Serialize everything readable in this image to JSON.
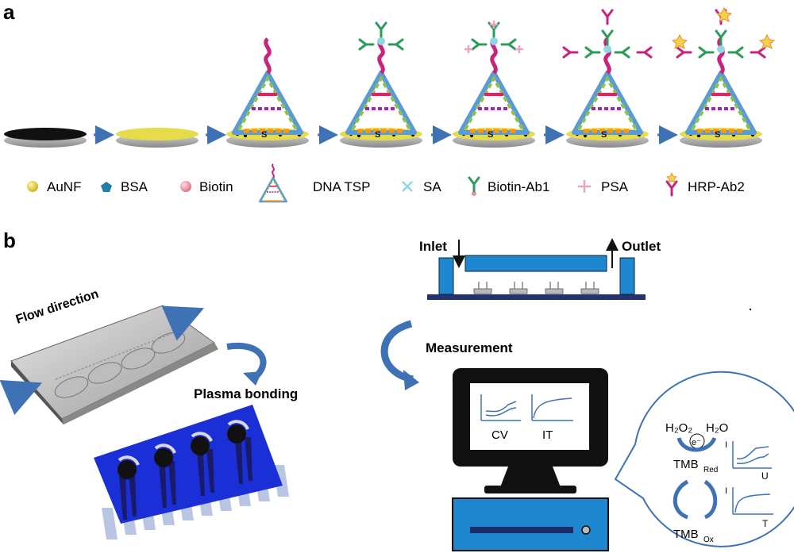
{
  "panel_a": {
    "letter": "a",
    "legend": [
      {
        "label": "AuNF",
        "icon": "aunf-icon",
        "color": "#e2cf3a"
      },
      {
        "label": "BSA",
        "icon": "bsa-icon",
        "color": "#1f7fa6"
      },
      {
        "label": "Biotin",
        "icon": "biotin-icon",
        "color": "#ee8f9c"
      },
      {
        "label": "DNA TSP",
        "icon": "dna-tsp-icon",
        "color": "#c8257a"
      },
      {
        "label": "SA",
        "icon": "sa-icon",
        "color": "#8fd6e6"
      },
      {
        "label": "Biotin-Ab1",
        "icon": "biotin-ab1-icon",
        "color": "#2d9b5a"
      },
      {
        "label": "PSA",
        "icon": "psa-icon",
        "color": "#e8a3c9"
      },
      {
        "label": "HRP-Ab2",
        "icon": "hrp-ab2-icon",
        "color": "#c8257a"
      }
    ],
    "electrode_label": "S"
  },
  "panel_b": {
    "letter": "b",
    "flow_direction": "Flow direction",
    "plasma_bonding": "Plasma bonding",
    "inlet": "Inlet",
    "outlet": "Outlet",
    "measurement": "Measurement",
    "screen_labels": {
      "cv": "CV",
      "it": "IT"
    },
    "bubble": {
      "h2o2": "H₂O₂",
      "h2o": "H₂O",
      "electron": "e⁻",
      "tmb": "TMB",
      "red": "Red",
      "ox": "Ox",
      "axis_i": "I",
      "axis_u": "U",
      "axis_t": "T"
    }
  },
  "colors": {
    "arrow": "#3f72b5",
    "chip_blue": "#1560c8",
    "electrode_blue": "#1a2fd6",
    "channel_blue": "#1e87cf"
  }
}
